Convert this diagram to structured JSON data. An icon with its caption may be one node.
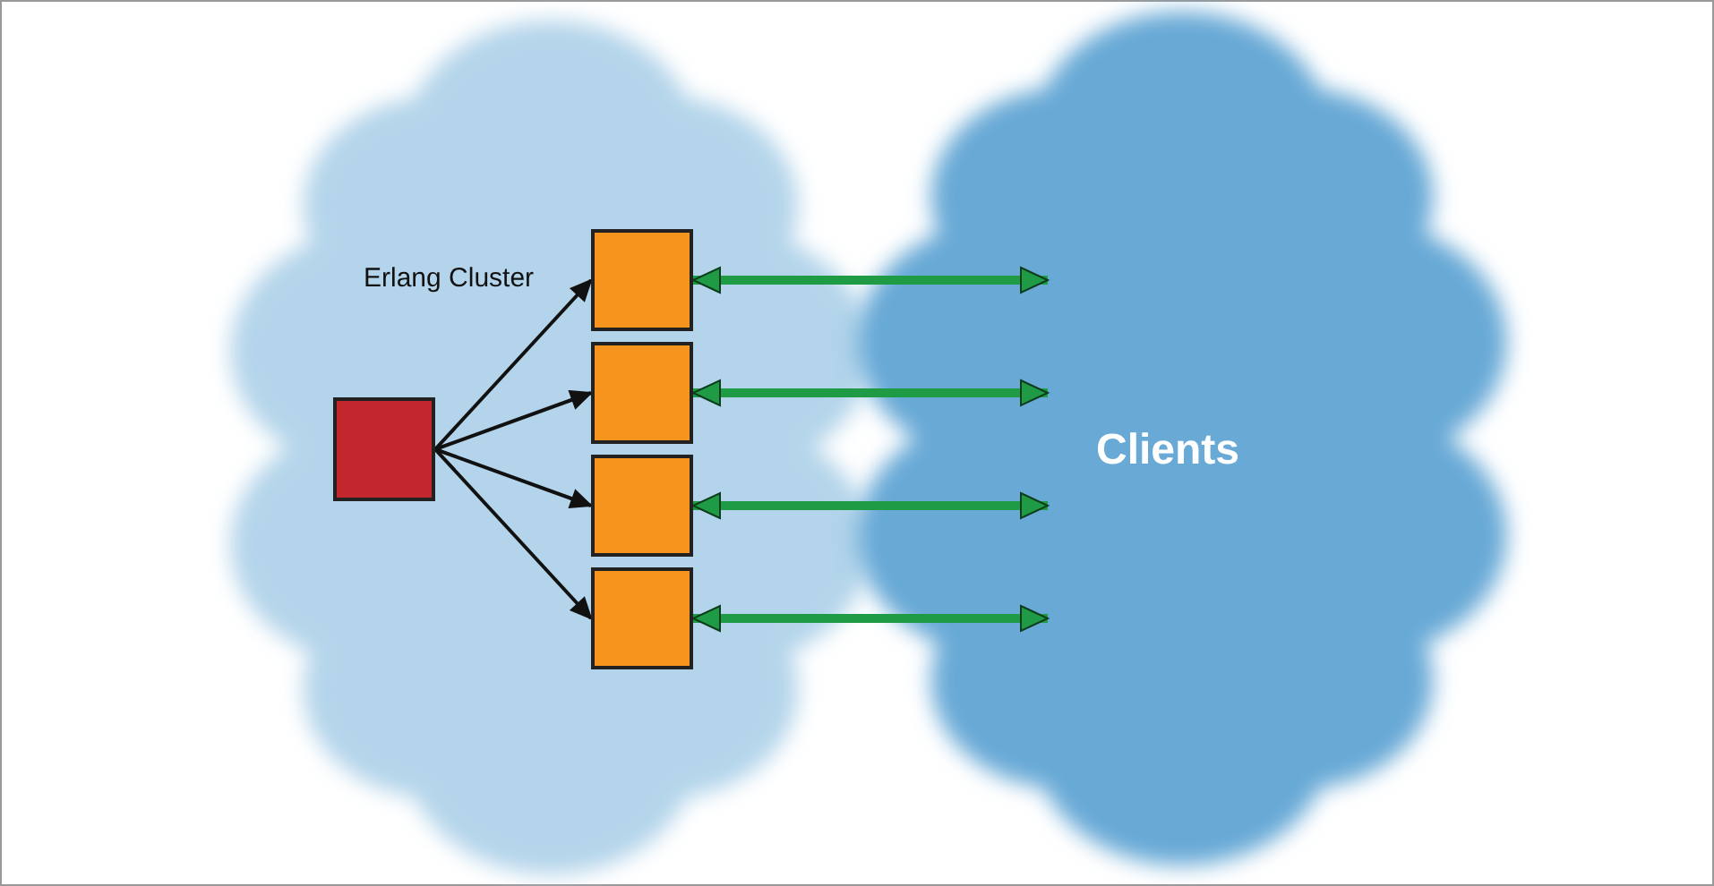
{
  "diagram": {
    "nodes": [
      {
        "text": [
          "Erlang Cluster"
        ]
      },
      {
        "text": [],
        "shape": "box",
        "in": 0
      },
      {
        "text": [],
        "shape": "box",
        "in": 0
      },
      {
        "text": [],
        "shape": "box",
        "in": 0
      },
      {
        "text": [],
        "shape": "box",
        "in": 0
      },
      {
        "text": [],
        "shape": "box",
        "in": 0
      },
      {
        "text": [
          "Clients"
        ]
      }
    ],
    "edges": [
      {
        "from": 1,
        "to": 2,
        "arrow": "to"
      },
      {
        "from": 1,
        "to": 3,
        "arrow": "to"
      },
      {
        "from": 1,
        "to": 4,
        "arrow": "to"
      },
      {
        "from": 1,
        "to": 5,
        "arrow": "to"
      },
      {
        "from": 2,
        "to": 6,
        "arrow": "both",
        "style": "thick",
        "color": "#1f9a45"
      },
      {
        "from": 3,
        "to": 6,
        "arrow": "both",
        "style": "thick",
        "color": "#1f9a45"
      },
      {
        "from": 4,
        "to": 6,
        "arrow": "both",
        "style": "thick",
        "color": "#1f9a45"
      },
      {
        "from": 5,
        "to": 6,
        "arrow": "both",
        "style": "thick",
        "color": "#1f9a45"
      }
    ]
  }
}
